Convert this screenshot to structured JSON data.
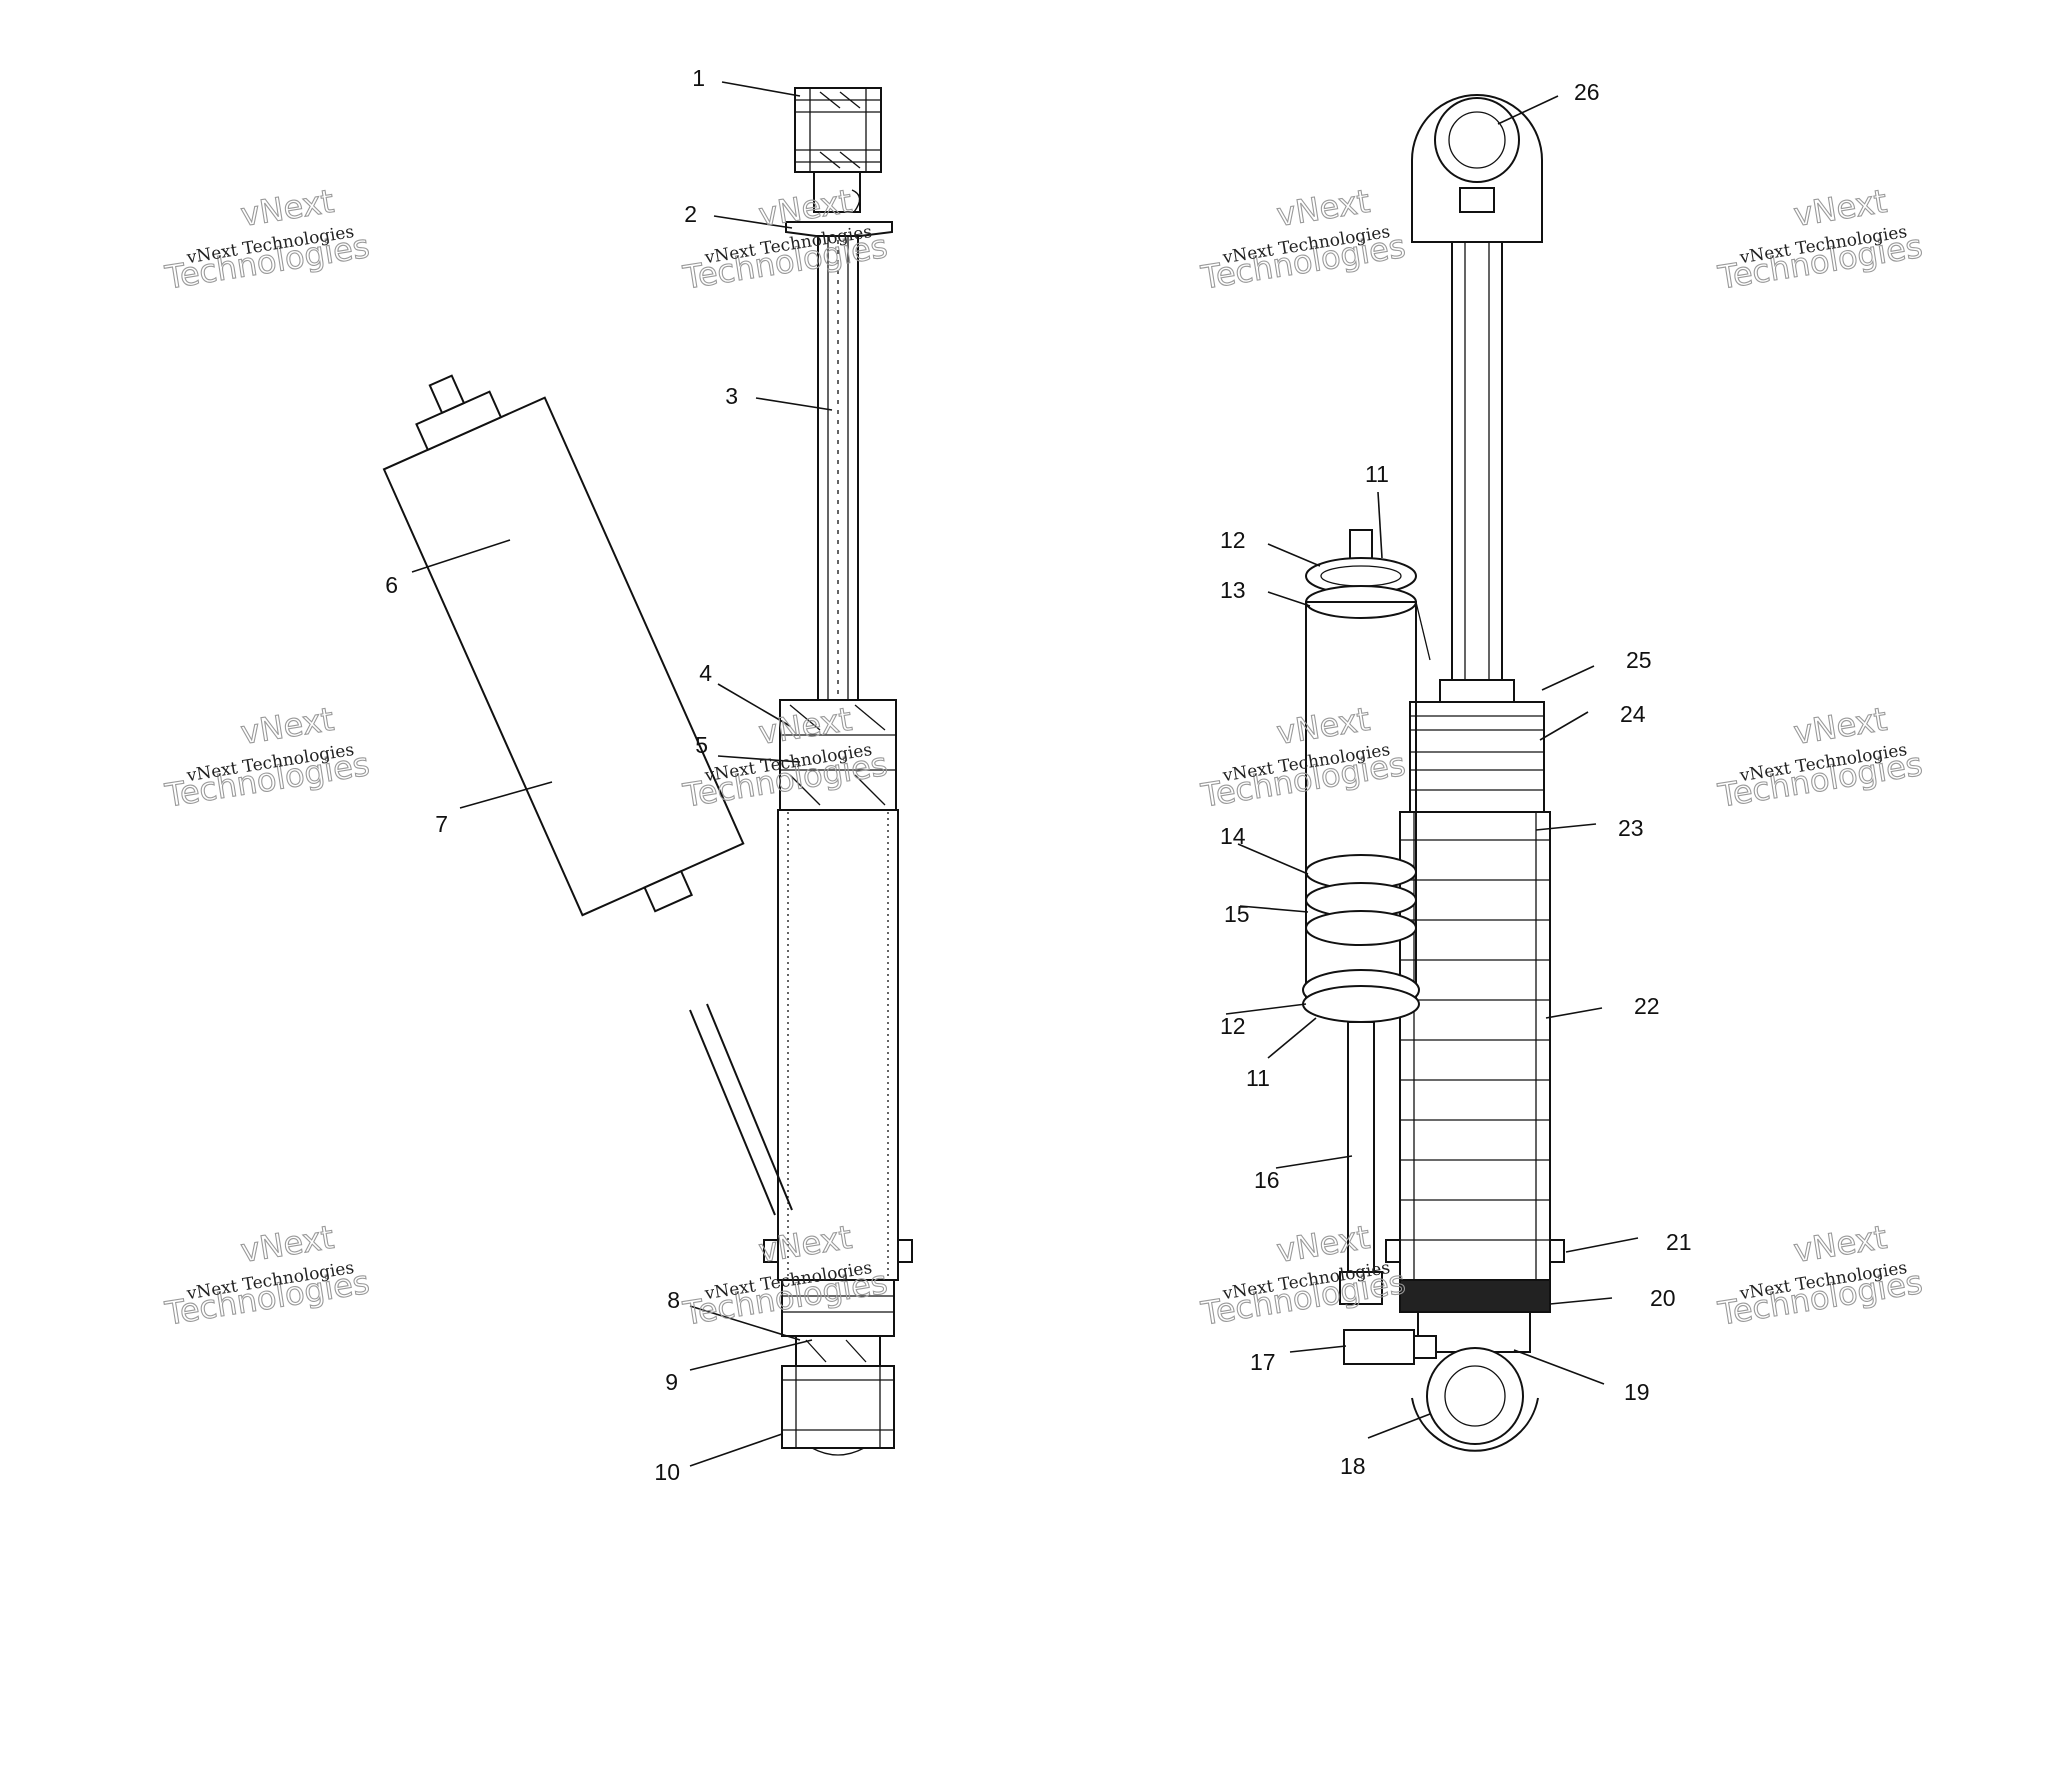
{
  "callouts": [
    {
      "id": "c1",
      "label": "1"
    },
    {
      "id": "c2",
      "label": "2"
    },
    {
      "id": "c3",
      "label": "3"
    },
    {
      "id": "c4",
      "label": "4"
    },
    {
      "id": "c5",
      "label": "5"
    },
    {
      "id": "c6",
      "label": "6"
    },
    {
      "id": "c7",
      "label": "7"
    },
    {
      "id": "c8",
      "label": "8"
    },
    {
      "id": "c9",
      "label": "9"
    },
    {
      "id": "c10",
      "label": "10"
    },
    {
      "id": "c11a",
      "label": "11"
    },
    {
      "id": "c12a",
      "label": "12"
    },
    {
      "id": "c13",
      "label": "13"
    },
    {
      "id": "c14",
      "label": "14"
    },
    {
      "id": "c15",
      "label": "15"
    },
    {
      "id": "c12b",
      "label": "12"
    },
    {
      "id": "c11b",
      "label": "11"
    },
    {
      "id": "c16",
      "label": "16"
    },
    {
      "id": "c17",
      "label": "17"
    },
    {
      "id": "c18",
      "label": "18"
    },
    {
      "id": "c19",
      "label": "19"
    },
    {
      "id": "c20",
      "label": "20"
    },
    {
      "id": "c21",
      "label": "21"
    },
    {
      "id": "c22",
      "label": "22"
    },
    {
      "id": "c23",
      "label": "23"
    },
    {
      "id": "c24",
      "label": "24"
    },
    {
      "id": "c25",
      "label": "25"
    },
    {
      "id": "c26",
      "label": "26"
    }
  ],
  "watermark": {
    "small": "vNext Technologies",
    "big_top": "vNext",
    "big_bottom": "Technologies"
  }
}
